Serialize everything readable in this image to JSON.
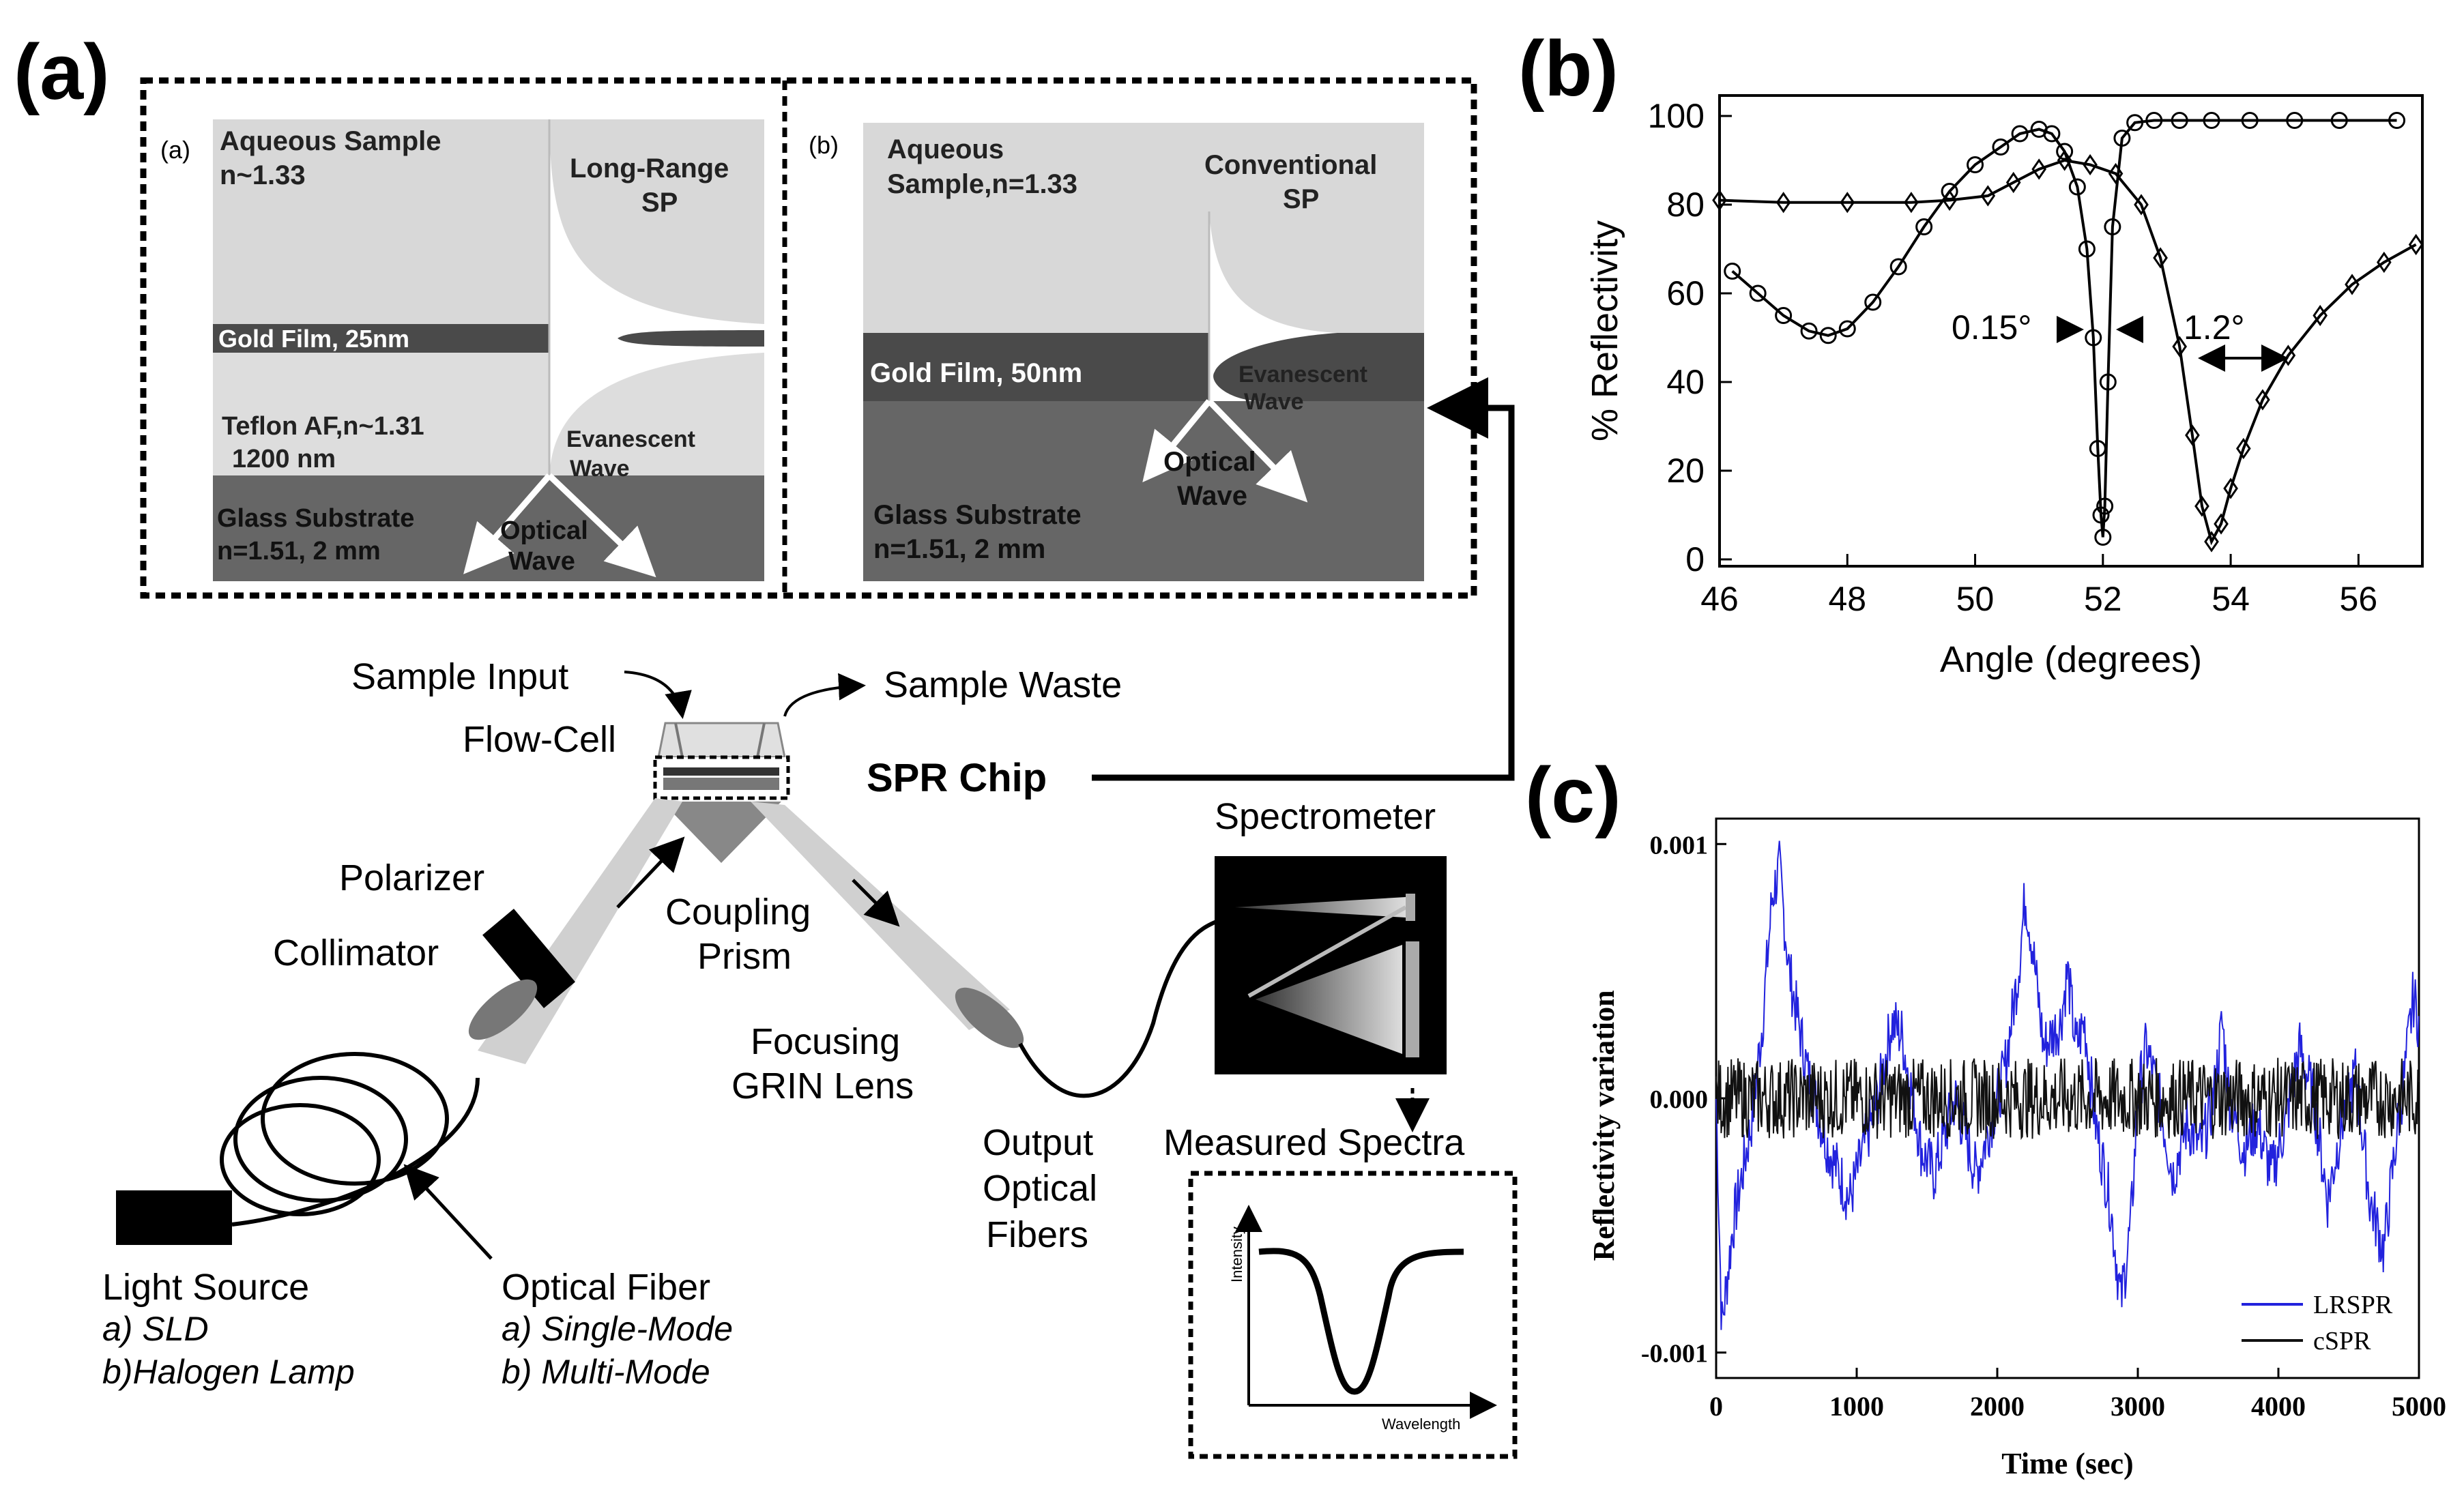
{
  "panel_labels": {
    "a": "(a)",
    "b": "(b)",
    "c": "(c)"
  },
  "inset_a": {
    "tag": "(a)",
    "sample": [
      "Aqueous Sample",
      "n~1.33"
    ],
    "sp_label": [
      "Long-Range",
      "SP"
    ],
    "film": "Gold Film, 25nm",
    "teflon": [
      "Teflon AF,n~1.31",
      "1200 nm"
    ],
    "evanescent": [
      "Evanescent",
      "Wave"
    ],
    "glass": [
      "Glass Substrate",
      "n=1.51, 2 mm"
    ],
    "optical": [
      "Optical",
      "Wave"
    ]
  },
  "inset_b": {
    "tag": "(b)",
    "sample": [
      "Aqueous",
      "Sample,n=1.33"
    ],
    "sp_label": [
      "Conventional",
      "SP"
    ],
    "film": "Gold Film, 50nm",
    "evanescent": [
      "Evanescent",
      "Wave"
    ],
    "optical": [
      "Optical",
      "Wave"
    ],
    "glass": [
      "Glass Substrate",
      "n=1.51, 2 mm"
    ]
  },
  "setup": {
    "sample_input": "Sample Input",
    "sample_waste": "Sample Waste",
    "flow_cell": "Flow-Cell",
    "spr_chip": "SPR Chip",
    "polarizer": "Polarizer",
    "collimator": "Collimator",
    "coupling_prism": [
      "Coupling",
      "Prism"
    ],
    "focusing": [
      "Focusing",
      "GRIN Lens"
    ],
    "spectrometer": "Spectrometer",
    "measured_spectra": "Measured Spectra",
    "output_fibers": [
      "Output",
      "Optical",
      "Fibers"
    ],
    "light_source": [
      "Light Source",
      "a) SLD",
      "b)Halogen Lamp"
    ],
    "optical_fiber": [
      "Optical Fiber",
      "a) Single-Mode",
      "b) Multi-Mode"
    ],
    "spectra_ylabel": "Intensity",
    "spectra_xlabel": "Wavelength"
  },
  "colors": {
    "lrspr": "#2222dd",
    "cspr": "#111111",
    "dark": "#555555",
    "light_gray": "#d6d6d6"
  },
  "chart_data": [
    {
      "type": "line",
      "panel": "(b)",
      "xlabel": "Angle (degrees)",
      "ylabel": "% Reflectivity",
      "xlim": [
        46,
        57
      ],
      "ylim": [
        0,
        100
      ],
      "xticks": [
        46,
        48,
        50,
        52,
        54,
        56
      ],
      "yticks": [
        0,
        20,
        40,
        60,
        80,
        100
      ],
      "annotations": [
        "0.15°",
        "1.2°"
      ],
      "series": [
        {
          "marker": "circle",
          "x": [
            46.2,
            46.6,
            47.0,
            47.4,
            47.7,
            48.0,
            48.4,
            48.8,
            49.2,
            49.6,
            50.0,
            50.4,
            50.7,
            51.0,
            51.2,
            51.4,
            51.6,
            51.75,
            51.85,
            51.92,
            51.97,
            52.0,
            52.03,
            52.08,
            52.15,
            52.3,
            52.5,
            52.8,
            53.2,
            53.7,
            54.3,
            55.0,
            55.7,
            56.6
          ],
          "y": [
            65,
            60,
            55,
            51.5,
            50.5,
            52,
            58,
            66,
            75,
            83,
            89,
            93,
            96,
            97,
            96,
            92,
            84,
            70,
            50,
            25,
            10,
            5,
            12,
            40,
            75,
            95,
            98.5,
            99,
            99,
            99,
            99,
            99,
            99,
            99
          ]
        },
        {
          "marker": "diamond",
          "x": [
            46.0,
            47.0,
            48.0,
            49.0,
            49.6,
            50.2,
            50.6,
            51.0,
            51.4,
            51.8,
            52.2,
            52.6,
            52.9,
            53.2,
            53.4,
            53.55,
            53.7,
            53.85,
            54.0,
            54.2,
            54.5,
            54.9,
            55.4,
            55.9,
            56.4,
            56.9
          ],
          "y": [
            81,
            80.5,
            80.5,
            80.5,
            81,
            82,
            85,
            88,
            90,
            89,
            87,
            80,
            68,
            48,
            28,
            12,
            4,
            8,
            16,
            25,
            36,
            46,
            55,
            62,
            67,
            71
          ]
        }
      ]
    },
    {
      "type": "line",
      "panel": "(c)",
      "xlabel": "Time (sec)",
      "ylabel": "Reflectivity variation",
      "xlim": [
        0,
        5000
      ],
      "ylim": [
        -0.0011,
        0.0011
      ],
      "xticks": [
        0,
        1000,
        2000,
        3000,
        4000,
        5000
      ],
      "yticks": [
        -0.001,
        0.0,
        0.001
      ],
      "ytick_labels": [
        "-0.001",
        "0.000",
        "0.001"
      ],
      "series": [
        {
          "name": "LRSPR",
          "color": "#2222dd",
          "x": [
            0,
            40,
            120,
            250,
            330,
            400,
            450,
            520,
            650,
            800,
            950,
            1050,
            1150,
            1250,
            1320,
            1400,
            1460,
            1550,
            1700,
            1850,
            1950,
            2050,
            2150,
            2200,
            2250,
            2330,
            2450,
            2500,
            2560,
            2620,
            2700,
            2800,
            2880,
            2950,
            3000,
            3060,
            3150,
            3250,
            3350,
            3450,
            3540,
            3600,
            3650,
            3750,
            3850,
            3950,
            4050,
            4150,
            4250,
            4350,
            4450,
            4550,
            4650,
            4750,
            4850,
            4900,
            4960,
            5000
          ],
          "y": [
            0.0,
            -0.0009,
            -0.0005,
            -0.0001,
            0.0003,
            0.0008,
            0.0009,
            0.0005,
            0.0001,
            -0.0002,
            -0.0004,
            -0.0002,
            0.0,
            0.0003,
            0.00025,
            0.0,
            -0.0002,
            -0.0003,
            0.0,
            -0.0003,
            -0.0001,
            0.0001,
            0.0005,
            0.0008,
            0.0006,
            0.0002,
            0.0003,
            0.0005,
            0.0002,
            0.0003,
            -0.0001,
            -0.0004,
            -0.0008,
            -0.0005,
            0.0,
            0.0002,
            0.0,
            -0.0003,
            -0.0001,
            -0.0002,
            0.0,
            0.0003,
            0.0,
            -0.0002,
            -0.0001,
            -0.0003,
            -0.0001,
            0.0002,
            0.0,
            -0.0004,
            -0.0001,
            0.0001,
            -0.0004,
            -0.0006,
            -0.0001,
            0.0001,
            0.0004,
            0.0003
          ]
        },
        {
          "name": "cSPR",
          "color": "#111111",
          "x": [
            0,
            5000
          ],
          "y": [
            0.0,
            0.0
          ]
        }
      ],
      "legend": "bottom-right"
    }
  ]
}
